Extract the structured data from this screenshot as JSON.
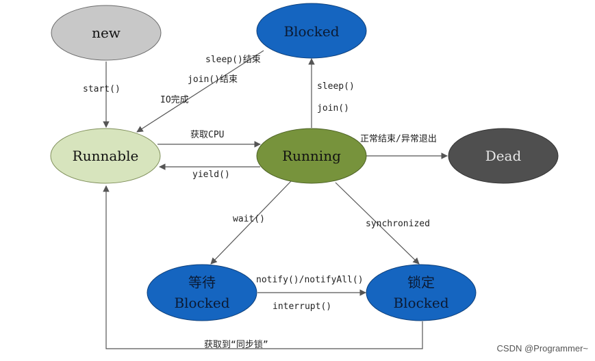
{
  "colors": {
    "gray": "#c8c8c8",
    "blue": "#1565c0",
    "lightgreen": "#d7e4bd",
    "green": "#77933c",
    "dark": "#4f4f4f",
    "line": "#555555"
  },
  "nodes": {
    "new": {
      "label": "new"
    },
    "blocked_top": {
      "label": "Blocked"
    },
    "runnable": {
      "label": "Runnable"
    },
    "running": {
      "label": "Running"
    },
    "dead": {
      "label": "Dead"
    },
    "waiting": {
      "label1": "等待",
      "label2": "Blocked"
    },
    "locked": {
      "label1": "锁定",
      "label2": "Blocked"
    }
  },
  "edges": {
    "start": "start()",
    "sleep_end": "sleep()结束",
    "join_end": "join()结束",
    "io_done": "IO完成",
    "sleep": "sleep()",
    "join": "join()",
    "get_cpu": "获取CPU",
    "yield": "yield()",
    "finish": "正常结束/异常退出",
    "wait": "wait()",
    "synchronized": "synchronized",
    "notify": "notify()/notifyAll()",
    "interrupt": "interrupt()",
    "get_lock": "获取到“同步锁”"
  },
  "watermark": "CSDN @Programmer~"
}
